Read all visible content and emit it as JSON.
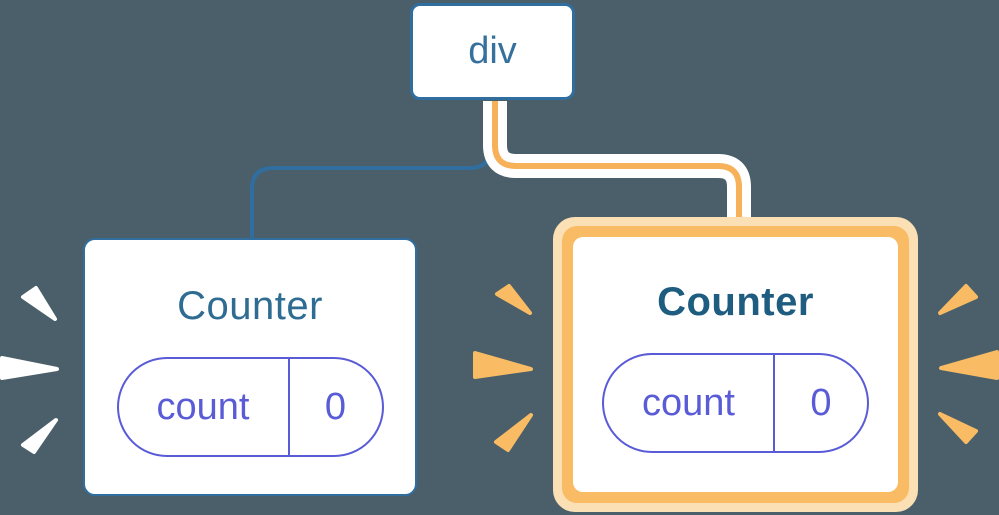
{
  "diagram": {
    "description": "React component tree showing state preserved per position",
    "root": {
      "label": "div"
    },
    "children": [
      {
        "title": "Counter",
        "state": {
          "key": "count",
          "value": "0"
        },
        "highlighted": false
      },
      {
        "title": "Counter",
        "state": {
          "key": "count",
          "value": "0"
        },
        "highlighted": true
      }
    ]
  },
  "colors": {
    "background": "#4B5F6A",
    "node_border_blue": "#2F6E9E",
    "wire_blue": "#2F6E9E",
    "wire_orange_core": "#F7B159",
    "wire_casing": "#FFFFFF",
    "highlight_ring_orange": "#F9BC64",
    "highlight_halo": "#FBE0B5",
    "pill_purple": "#5A5BD7",
    "title_left": "#2E6C92",
    "title_right": "#1E5C80",
    "sparkle_white": "#FFFFFF",
    "sparkle_orange": "#F9BC64"
  },
  "icons": [
    "burst-rays-white-icon",
    "burst-rays-orange-left-icon",
    "burst-rays-orange-right-icon"
  ]
}
